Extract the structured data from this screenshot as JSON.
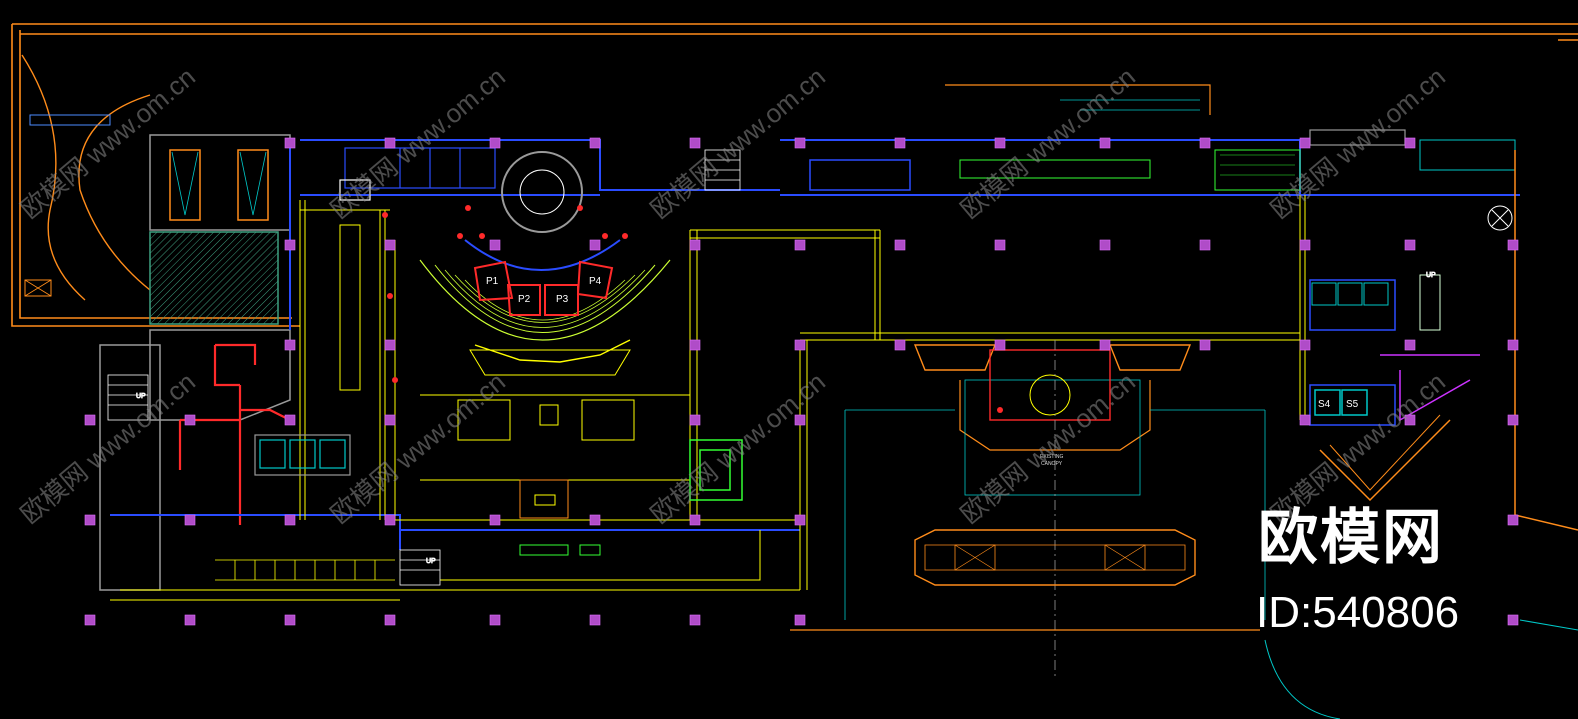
{
  "watermark": {
    "brand": "欧模网",
    "id_text": "ID:540806",
    "repeat_text": "欧模网  www.om.cn"
  },
  "rooms": {
    "p1": "P1",
    "p2": "P2",
    "p3": "P3",
    "p4": "P4",
    "s4": "S4",
    "s5": "S5",
    "up_left": "UP",
    "up_mid": "UP",
    "up_right": "UP"
  },
  "annotations": {
    "canopy_line1": "EXISTING",
    "canopy_line2": "CANOPY"
  },
  "colors": {
    "background": "#000000",
    "outer_wall": "#ff8c1a",
    "structure": "#ffff00",
    "walls_blue": "#2a4cff",
    "magenta": "#cc33ff",
    "columns": "#b04cc8",
    "green": "#33ff33",
    "cyan": "#00c8c8",
    "red": "#ff2a2a",
    "gray": "#9a9a9a"
  }
}
